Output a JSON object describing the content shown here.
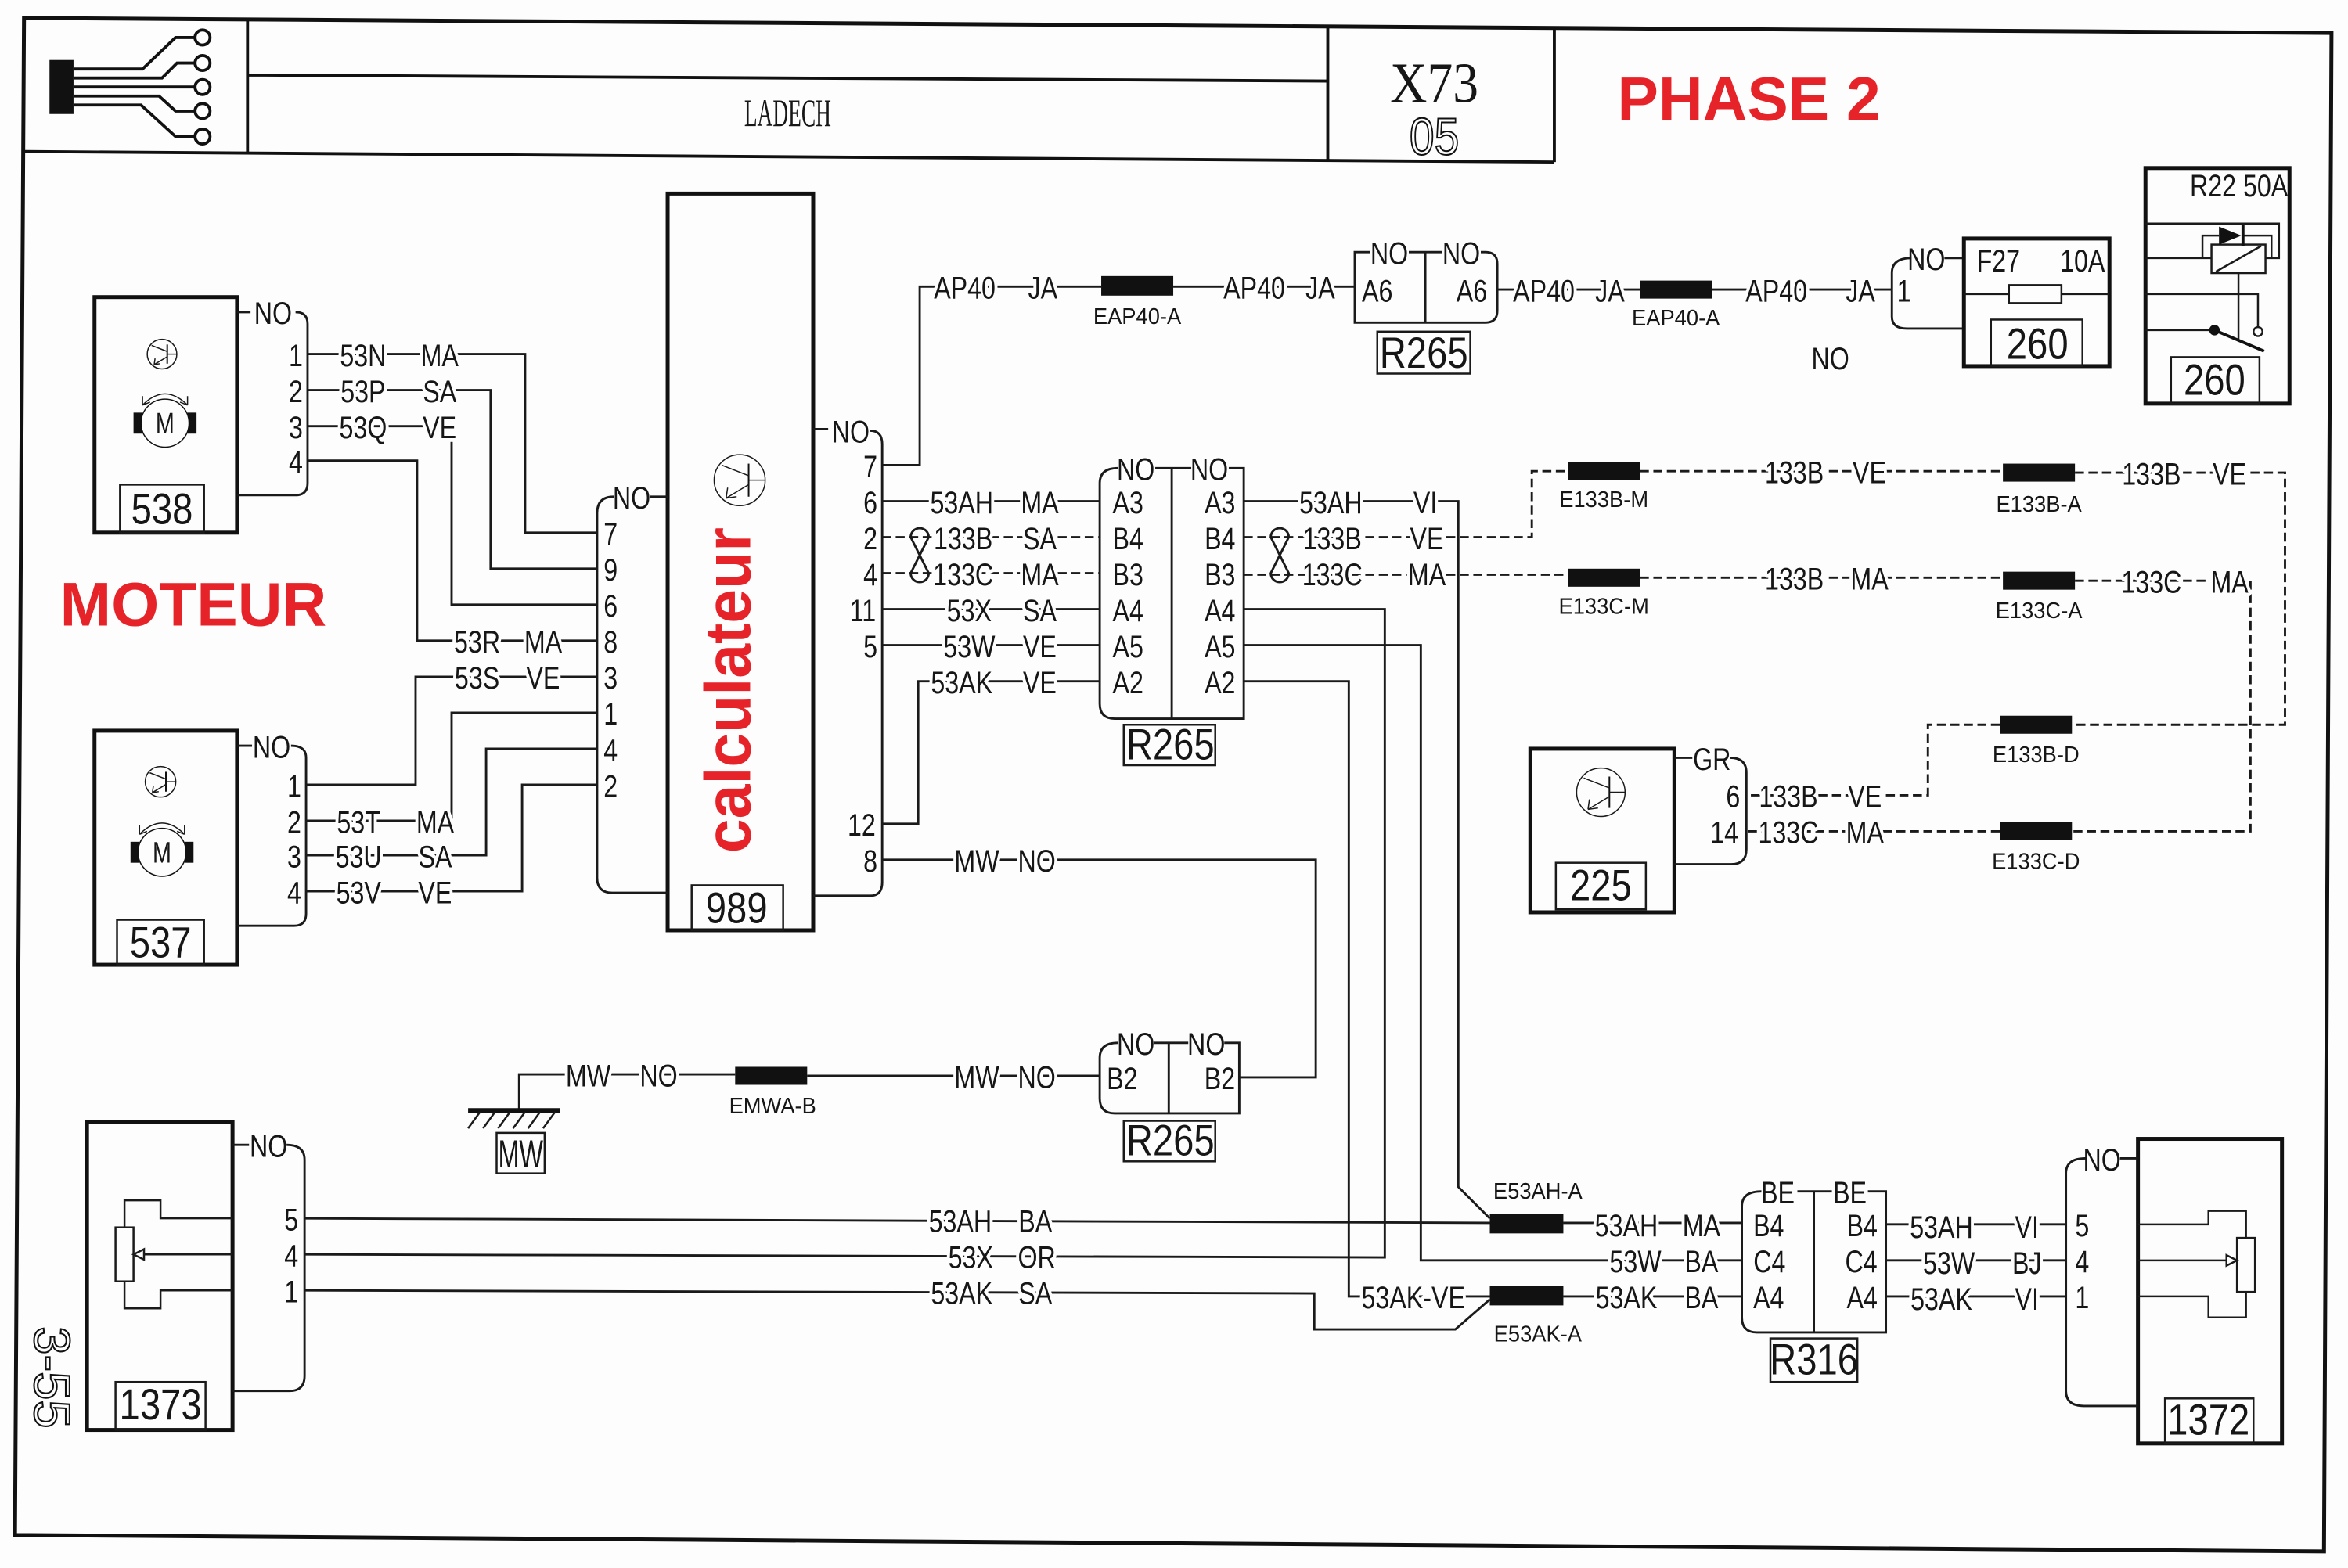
{
  "header": {
    "title": "LADECH",
    "diagram_code": "X73",
    "sheet_number": "05",
    "phase_label": "PHASE 2",
    "page_reference": "3-55"
  },
  "annotations": {
    "motor_group_label": "MOTEUR",
    "ecu_label": "calculateur",
    "free_connector_color": "NO"
  },
  "colors": {
    "annotation_red": "#e62329",
    "ink": "#161616"
  },
  "symbols": {
    "motor_letter": "M"
  },
  "components": {
    "motor_538": {
      "ref": "538",
      "connector_color": "NO",
      "pins": [
        "1",
        "2",
        "3",
        "4"
      ]
    },
    "motor_537": {
      "ref": "537",
      "connector_color": "NO",
      "pins": [
        "1",
        "2",
        "3",
        "4"
      ]
    },
    "ecu_989": {
      "ref": "989",
      "left_connector_color": "NO",
      "left_pins": [
        "7",
        "9",
        "6",
        "8",
        "3",
        "1",
        "4",
        "2"
      ],
      "right_connector_color": "NO",
      "right_pins": [
        "7",
        "6",
        "2",
        "4",
        "11",
        "5",
        "12",
        "8"
      ]
    },
    "connector_r265_main": {
      "ref": "R265",
      "left_color": "NO",
      "right_color": "NO",
      "left_pins": [
        "A3",
        "B4",
        "B3",
        "A4",
        "A5",
        "A2"
      ],
      "right_pins": [
        "A3",
        "B4",
        "B3",
        "A4",
        "A5",
        "A2"
      ]
    },
    "connector_r265_top": {
      "ref": "R265",
      "left_color": "NO",
      "right_color": "NO",
      "left_pin": "A6",
      "right_pin": "A6"
    },
    "connector_r265_ground": {
      "ref": "R265",
      "left_color": "NO",
      "right_color": "NO",
      "left_pin": "B2",
      "right_pin": "B2"
    },
    "fuse_box_260": {
      "ref": "260",
      "connector_color": "NO",
      "pin": "1",
      "fuse_id": "F27",
      "fuse_rating": "10A"
    },
    "relay_260": {
      "ref": "260",
      "relay_id": "R22",
      "relay_rating": "50A"
    },
    "unit_225": {
      "ref": "225",
      "connector_color": "GR",
      "pins": [
        "6",
        "14"
      ]
    },
    "connector_r316": {
      "ref": "R316",
      "left_color": "BE",
      "right_color": "BE",
      "left_pins": [
        "B4",
        "C4",
        "A4"
      ],
      "right_pins": [
        "B4",
        "C4",
        "A4"
      ]
    },
    "sensor_1373": {
      "ref": "1373",
      "connector_color": "NO",
      "pins": [
        "5",
        "4",
        "1"
      ]
    },
    "sensor_1372": {
      "ref": "1372",
      "connector_color": "NO",
      "pins": [
        "5",
        "4",
        "1"
      ]
    },
    "ground_mw": {
      "ref": "MW"
    }
  },
  "splices": [
    {
      "label": "EAP40-A"
    },
    {
      "label": "EAP40-A"
    },
    {
      "label": "E133B-M"
    },
    {
      "label": "E133B-A"
    },
    {
      "label": "E133B-D"
    },
    {
      "label": "E133C-M"
    },
    {
      "label": "E133C-A"
    },
    {
      "label": "E133C-D"
    },
    {
      "label": "EMWA-B"
    },
    {
      "label": "E53AH-A"
    },
    {
      "label": "E53AK-A"
    }
  ],
  "wires": [
    {
      "id": "53N",
      "color": "MA"
    },
    {
      "id": "53P",
      "color": "SA"
    },
    {
      "id": "53Q",
      "color": "VE"
    },
    {
      "id": "53R",
      "color": "MA"
    },
    {
      "id": "53S",
      "color": "VE"
    },
    {
      "id": "53T",
      "color": "MA"
    },
    {
      "id": "53U",
      "color": "SA"
    },
    {
      "id": "53V",
      "color": "VE"
    },
    {
      "id": "AP40",
      "color": "JA"
    },
    {
      "id": "AP40",
      "color": "JA"
    },
    {
      "id": "AP40",
      "color": "JA"
    },
    {
      "id": "AP40",
      "color": "JA"
    },
    {
      "id": "53AH",
      "color": "MA"
    },
    {
      "id": "133B",
      "color": "SA",
      "line": "dashed",
      "twisted": true
    },
    {
      "id": "133C",
      "color": "MA",
      "line": "dashed",
      "twisted": true
    },
    {
      "id": "53X",
      "color": "SA"
    },
    {
      "id": "53W",
      "color": "VE"
    },
    {
      "id": "53AK",
      "color": "VE"
    },
    {
      "id": "MW",
      "color": "NO"
    },
    {
      "id": "53AH",
      "color": "VI"
    },
    {
      "id": "133B",
      "color": "VE",
      "line": "dashed",
      "twisted": true
    },
    {
      "id": "133C",
      "color": "MA",
      "line": "dashed",
      "twisted": true
    },
    {
      "id": "133B",
      "color": "VE",
      "line": "dashed"
    },
    {
      "id": "133B",
      "color": "VE",
      "line": "dashed"
    },
    {
      "id": "133B",
      "color": "MA",
      "line": "dashed"
    },
    {
      "id": "133C",
      "color": "MA",
      "line": "dashed"
    },
    {
      "id": "133B",
      "color": "VE",
      "line": "dashed"
    },
    {
      "id": "133C",
      "color": "MA",
      "line": "dashed"
    },
    {
      "id": "MW",
      "color": "NO"
    },
    {
      "id": "MW",
      "color": "NO"
    },
    {
      "id": "53AH",
      "color": "BA"
    },
    {
      "id": "53X",
      "color": "OR"
    },
    {
      "id": "53AK",
      "color": "SA"
    },
    {
      "id": "53AK",
      "color": "VE",
      "label": "53AK-VE"
    },
    {
      "id": "53AH",
      "color": "MA"
    },
    {
      "id": "53W",
      "color": "BA"
    },
    {
      "id": "53AK",
      "color": "BA"
    },
    {
      "id": "53AH",
      "color": "VI"
    },
    {
      "id": "53W",
      "color": "BJ"
    },
    {
      "id": "53AK",
      "color": "VI"
    }
  ]
}
